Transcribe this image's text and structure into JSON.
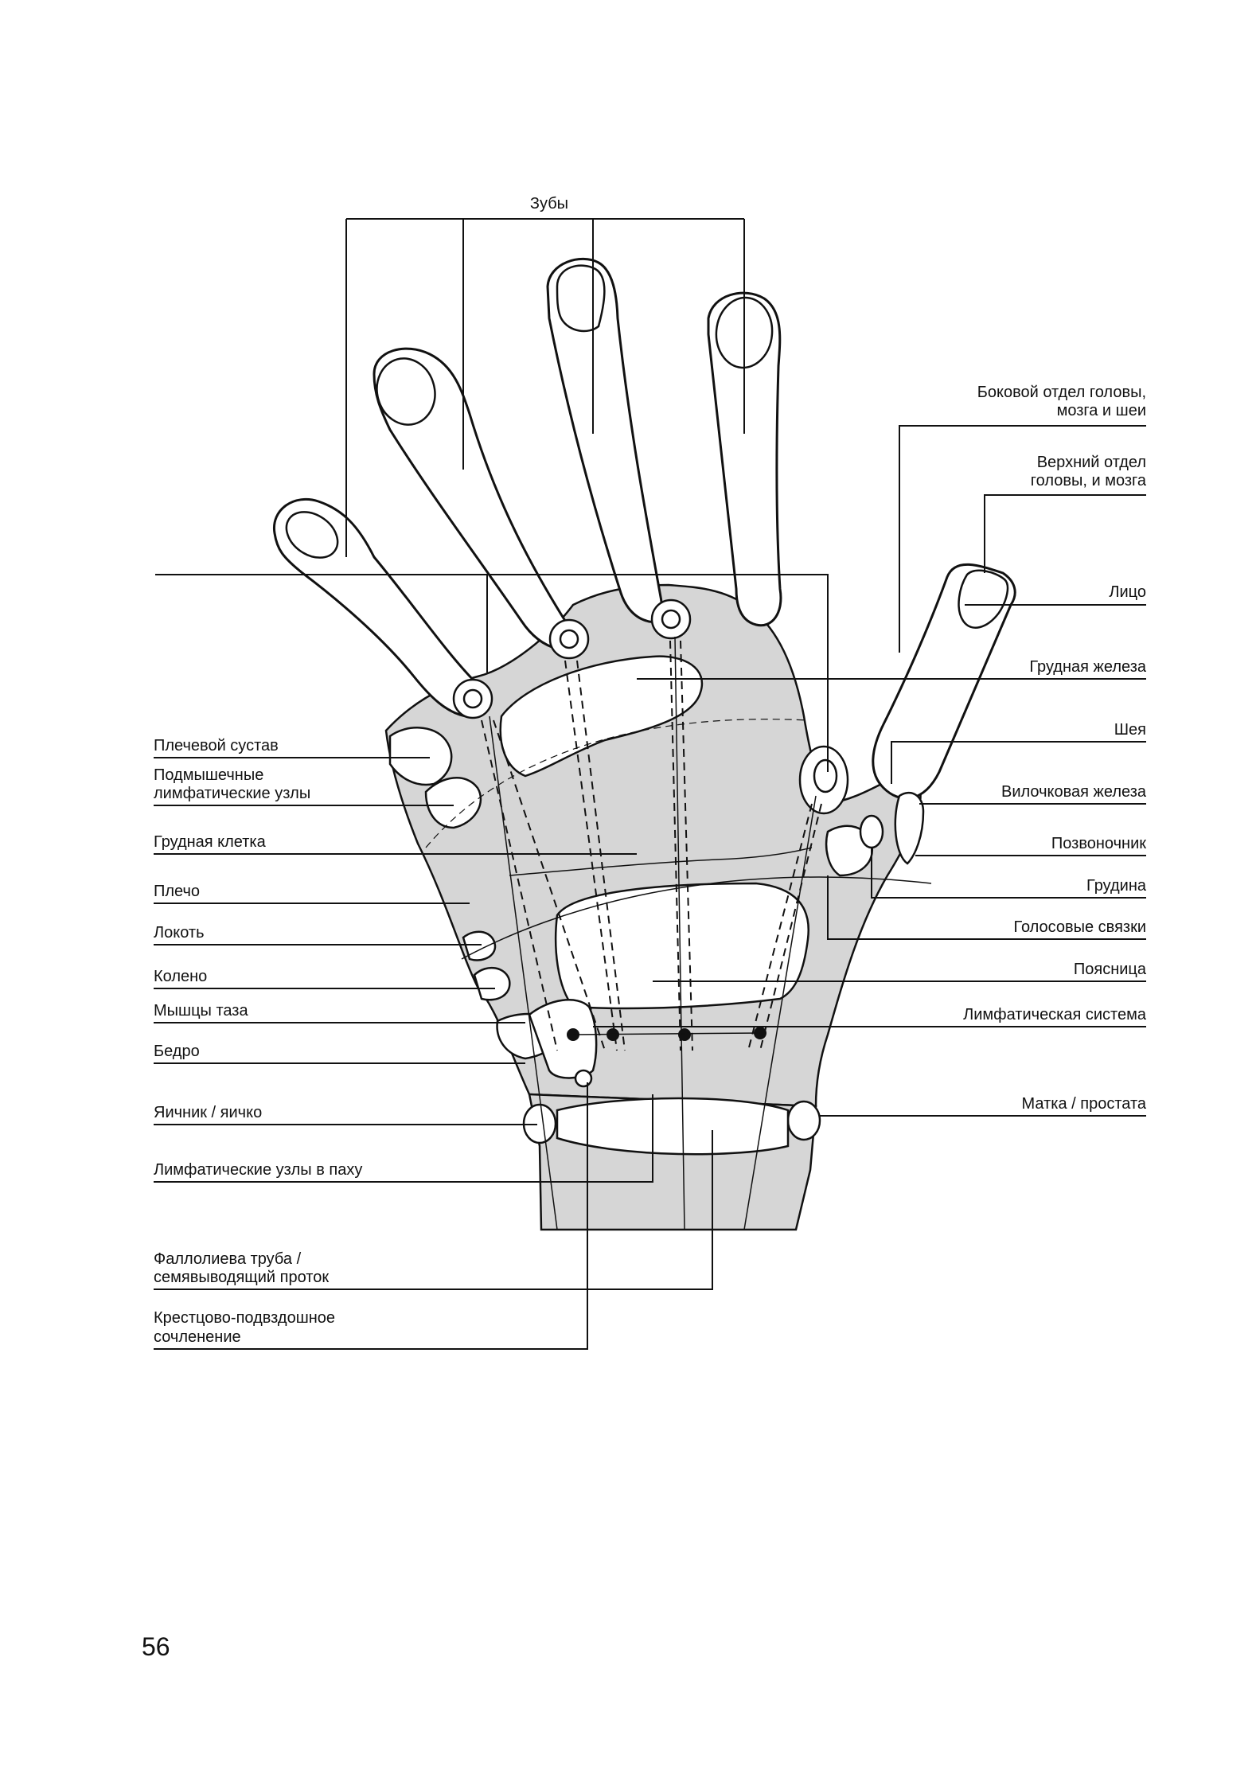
{
  "title": "Зубы",
  "page_number": "56",
  "labels_left": {
    "shoulder_joint": "Плечевой сустав",
    "axillary_nodes_1": "Подмышечные",
    "axillary_nodes_2": "лимфатические узлы",
    "chest": "Грудная клетка",
    "shoulder": "Плечо",
    "elbow": "Локоть",
    "knee": "Колено",
    "pelvic_muscles": "Мышцы таза",
    "hip": "Бедро",
    "ovary_testis": "Яичник / яичко",
    "groin_nodes": "Лимфатические узлы в паху",
    "fallopian_1": "Фаллолиева труба /",
    "fallopian_2": "семявыводящий проток",
    "sacroiliac_1": "Крестцово-подвздошное",
    "sacroiliac_2": "сочленение"
  },
  "labels_right": {
    "side_head_1": "Боковой отдел головы,",
    "side_head_2": "мозга и шеи",
    "upper_head_1": "Верхний отдел",
    "upper_head_2": "головы, и мозга",
    "face": "Лицо",
    "breast": "Грудная железа",
    "neck": "Шея",
    "thymus": "Вилочковая железа",
    "spine": "Позвоночник",
    "sternum": "Грудина",
    "vocal_cords": "Голосовые связки",
    "lower_back": "Поясница",
    "lymphatic": "Лимфатическая система",
    "uterus_prostate": "Матка / простата"
  }
}
